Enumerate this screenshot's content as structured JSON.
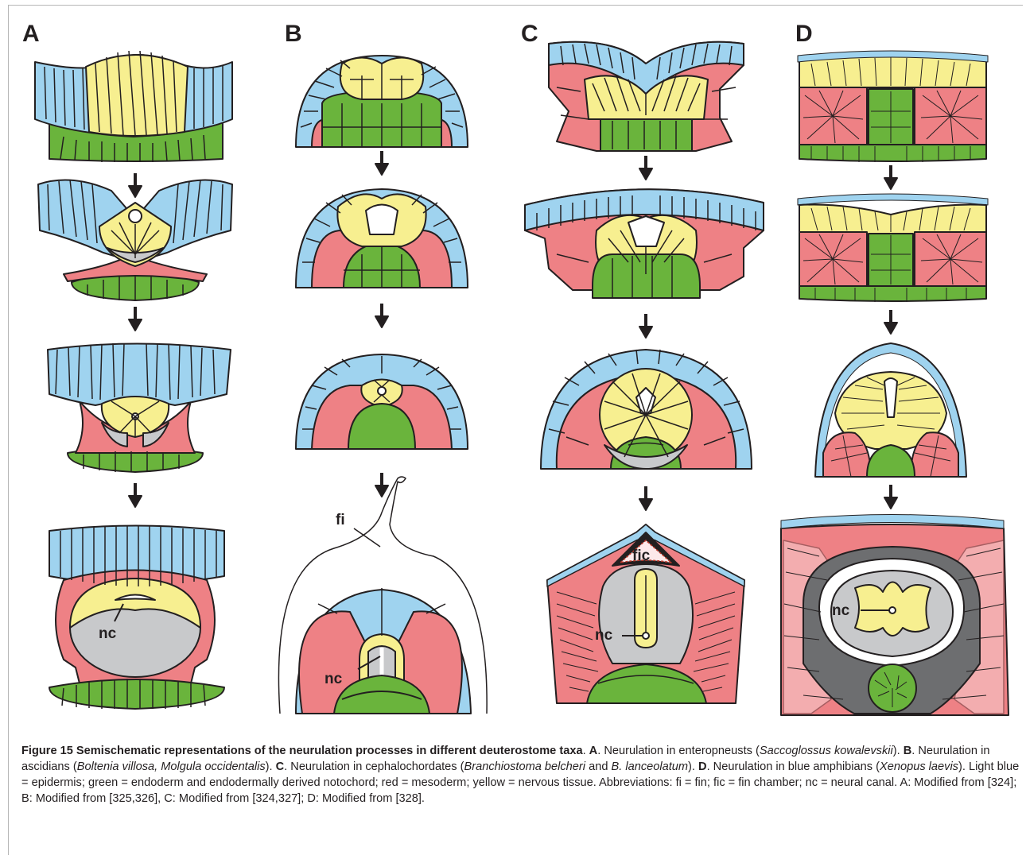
{
  "colors": {
    "epidermis": "#9fd3ef",
    "endoderm": "#6ab43c",
    "mesoderm": "#ee8185",
    "nervous": "#f7ef90",
    "gray": "#c8c9cb",
    "darkgray": "#6d6e70",
    "outline": "#231f20"
  },
  "panels": {
    "A": {
      "label": "A",
      "nc_label": "nc"
    },
    "B": {
      "label": "B",
      "fi_label": "fi",
      "nc_label": "nc"
    },
    "C": {
      "label": "C",
      "fic_label": "fic",
      "nc_label": "nc"
    },
    "D": {
      "label": "D",
      "nc_label": "nc"
    }
  },
  "caption": {
    "title": "Figure 15 Semischematic representations of the neurulation processes in different deuterostome taxa",
    "t1": ". ",
    "A_key": "A",
    "A_text": ". Neurulation in enteropneusts (",
    "A_species": "Saccoglossus kowalevskii",
    "A_end": "). ",
    "B_key": "B",
    "B_text": ". Neurulation in ascidians (",
    "B_species": "Boltenia villosa, Molgula occidentalis",
    "B_end": "). ",
    "C_key": "C",
    "C_text": ". Neurulation in cephalochordates (",
    "C_species1": "Branchiostoma belcheri",
    "C_and": " and ",
    "C_species2": "B. lanceolatum",
    "C_end": "). ",
    "D_key": "D",
    "D_text": ". Neurulation in blue amphibians (",
    "D_species": "Xenopus laevis",
    "D_end": "). Light blue = epidermis; green = endoderm and endodermally derived notochord; red = mesoderm; yellow = nervous tissue. Abbreviations: fi = fin; fic = fin chamber; nc = neural canal. A: Modified from [324]; B: Modified from [325,326], C: Modified from [324,327]; D: Modified from [328]."
  }
}
